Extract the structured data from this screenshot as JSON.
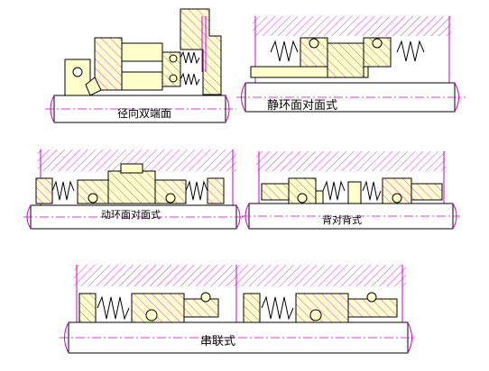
{
  "diagrams": [
    {
      "id": "radial-double-end",
      "caption": "径向双端面"
    },
    {
      "id": "static-ring-opposed",
      "caption": "静环面对面式"
    },
    {
      "id": "moving-ring-opposed",
      "caption": "动环面对面式"
    },
    {
      "id": "back-to-back",
      "caption": "背对背式"
    },
    {
      "id": "tandem",
      "caption": "串联式"
    }
  ],
  "colors": {
    "outline": "#000000",
    "housing_line": "#cc00cc",
    "centerline": "#cc00cc",
    "part_fill": "#ffffcc",
    "background": "#ffffff"
  }
}
